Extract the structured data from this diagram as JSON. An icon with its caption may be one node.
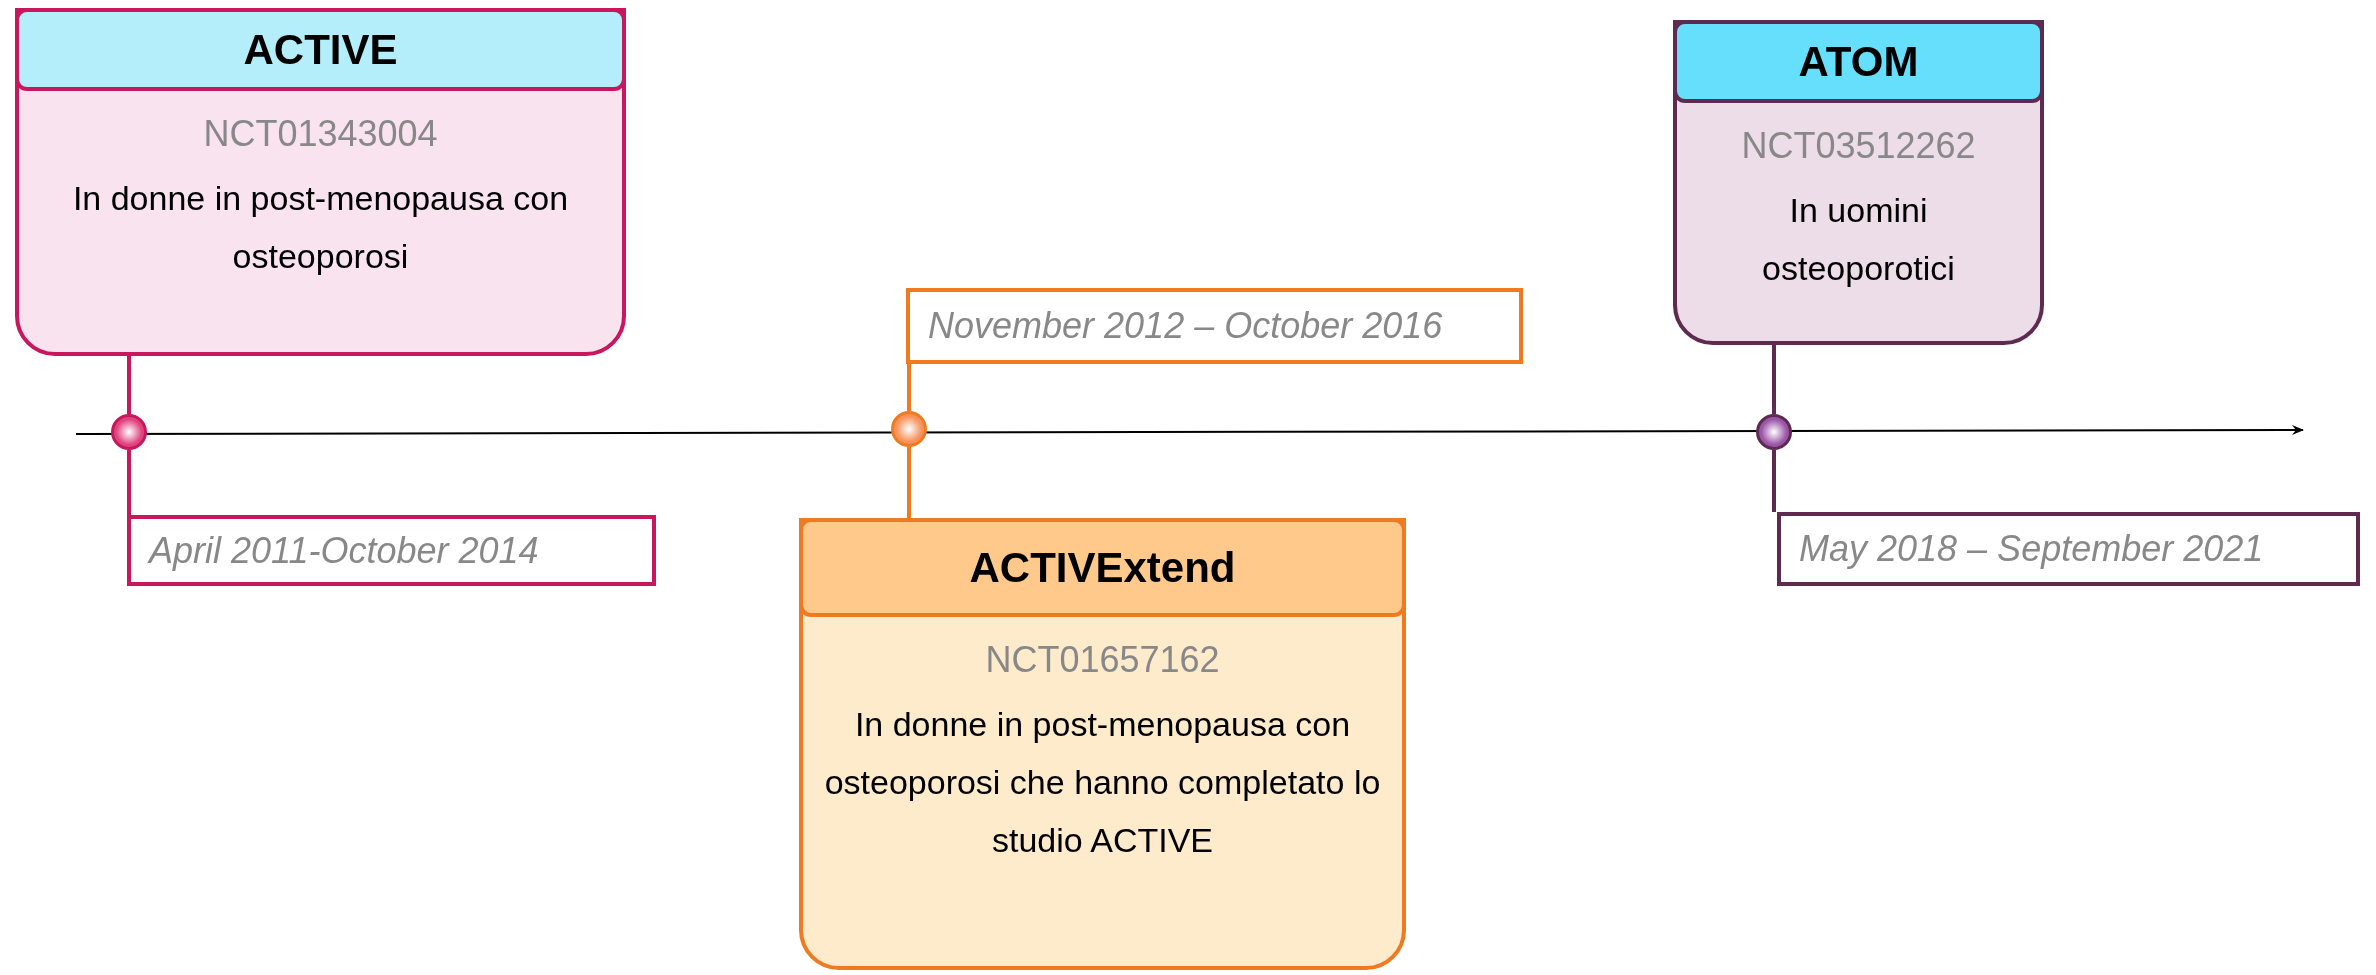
{
  "diagram": {
    "nodes": [
      {
        "text": [
          "ACTIVE",
          "NCT01343004",
          "In donne in post-menopausa con osteoporosi"
        ]
      },
      {
        "text": [],
        "shape": "circle"
      },
      {
        "text": [
          "April 2011-October 2014"
        ]
      },
      {
        "text": [
          "November 2012 – October 2016"
        ]
      },
      {
        "text": [],
        "shape": "circle"
      },
      {
        "text": [
          "ACTIVExtend",
          "NCT01657162",
          "In donne in post-menopausa con osteoporosi che hanno completato lo studio ACTIVE"
        ]
      },
      {
        "text": [
          "ATOM",
          "NCT03512262",
          "In uomini osteoporotici"
        ]
      },
      {
        "text": [],
        "shape": "circle"
      },
      {
        "text": [
          "May 2018 – September 2021"
        ]
      }
    ],
    "edges": [
      {
        "from": 0,
        "to": 1,
        "arrow": "none",
        "color": "#c8175d"
      },
      {
        "from": 1,
        "to": 2,
        "arrow": "none",
        "color": "#c8175d"
      },
      {
        "from": 3,
        "to": 4,
        "arrow": "none",
        "color": "#f07a22"
      },
      {
        "from": 4,
        "to": 5,
        "arrow": "none",
        "color": "#f07a22"
      },
      {
        "from": 6,
        "to": 7,
        "arrow": "none",
        "color": "#5e2a4f"
      },
      {
        "from": 7,
        "to": 8,
        "arrow": "none",
        "color": "#5e2a4f"
      }
    ]
  }
}
